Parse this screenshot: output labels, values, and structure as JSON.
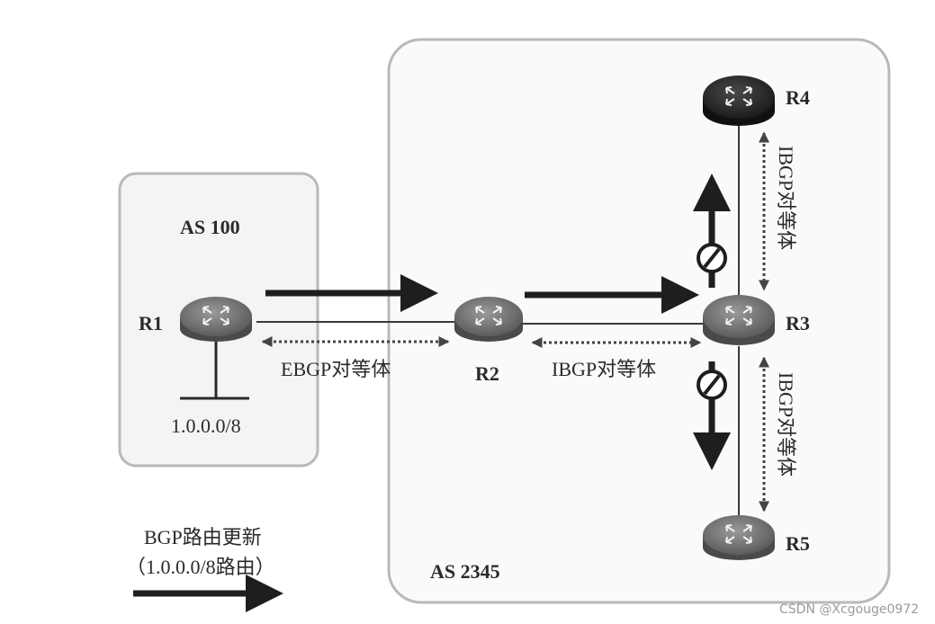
{
  "as_boxes": {
    "as100": "AS 100",
    "as2345": "AS 2345"
  },
  "routers": {
    "r1": "R1",
    "r2": "R2",
    "r3": "R3",
    "r4": "R4",
    "r5": "R5"
  },
  "peer_labels": {
    "r1_r2": "EBGP对等体",
    "r2_r3": "IBGP对等体",
    "r3_r4": "IBGP对等体",
    "r3_r5": "IBGP对等体"
  },
  "network_prefix": "1.0.0.0/8",
  "legend": {
    "line1": "BGP路由更新",
    "line2": "（1.0.0.0/8路由）"
  },
  "watermark": "CSDN @Xcgouge0972"
}
